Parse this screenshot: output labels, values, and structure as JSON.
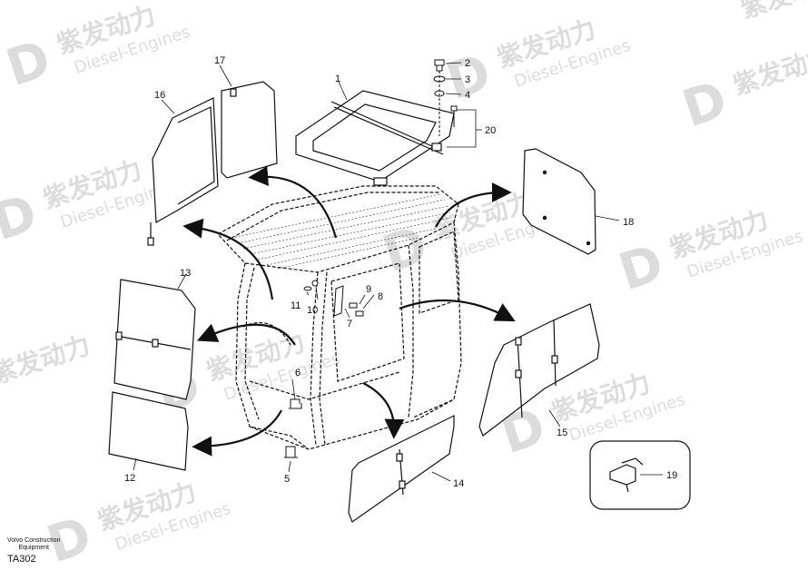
{
  "watermark": {
    "brand": "紫发动力",
    "sub": "Diesel-Engines"
  },
  "footer": {
    "line1": "Volvo Construction",
    "line2": "Equipment",
    "code": "TA302"
  },
  "callouts": [
    {
      "id": "1",
      "label": "1"
    },
    {
      "id": "2",
      "label": "2"
    },
    {
      "id": "3",
      "label": "3"
    },
    {
      "id": "4",
      "label": "4"
    },
    {
      "id": "5",
      "label": "5"
    },
    {
      "id": "6",
      "label": "6"
    },
    {
      "id": "7",
      "label": "7"
    },
    {
      "id": "8",
      "label": "8"
    },
    {
      "id": "9",
      "label": "9"
    },
    {
      "id": "10",
      "label": "10"
    },
    {
      "id": "11",
      "label": "11"
    },
    {
      "id": "12",
      "label": "12"
    },
    {
      "id": "13",
      "label": "13"
    },
    {
      "id": "14",
      "label": "14"
    },
    {
      "id": "15",
      "label": "15"
    },
    {
      "id": "16",
      "label": "16"
    },
    {
      "id": "17",
      "label": "17"
    },
    {
      "id": "18",
      "label": "18"
    },
    {
      "id": "19",
      "label": "19"
    },
    {
      "id": "20",
      "label": "20"
    }
  ]
}
